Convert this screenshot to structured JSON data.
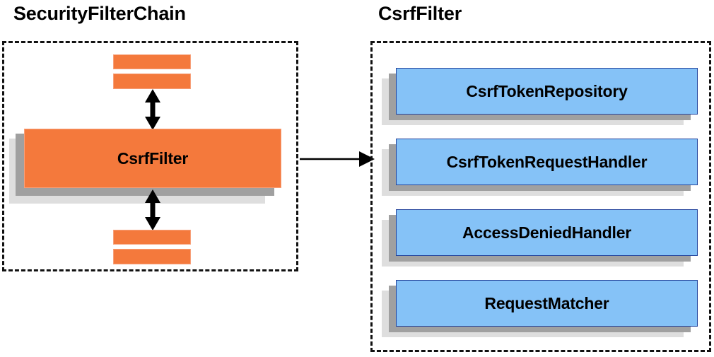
{
  "panels": {
    "left": {
      "title": "SecurityFilterChain",
      "main_card": {
        "label": "CsrfFilter"
      },
      "top_bars": [
        {
          "label": ""
        },
        {
          "label": ""
        }
      ],
      "bottom_bars": [
        {
          "label": ""
        },
        {
          "label": ""
        }
      ],
      "arrows": [
        {
          "name": "double-arrow-top",
          "direction": "vertical-bidirectional"
        },
        {
          "name": "double-arrow-bottom",
          "direction": "vertical-bidirectional"
        }
      ]
    },
    "right": {
      "title": "CsrfFilter",
      "cards": [
        {
          "label": "CsrfTokenRepository"
        },
        {
          "label": "CsrfTokenRequestHandler"
        },
        {
          "label": "AccessDeniedHandler"
        },
        {
          "label": "RequestMatcher"
        }
      ]
    }
  },
  "connector": {
    "name": "left-to-right-arrow",
    "direction": "right"
  },
  "colors": {
    "orange_fill": "#F4793C",
    "orange_border": "#F7A07A",
    "blue_fill": "#85C2F7",
    "blue_border": "#24449C",
    "shadow_dark": "#A0A0A0",
    "shadow_light": "#DEDEDE",
    "outline": "#111111",
    "text": "#000000"
  }
}
